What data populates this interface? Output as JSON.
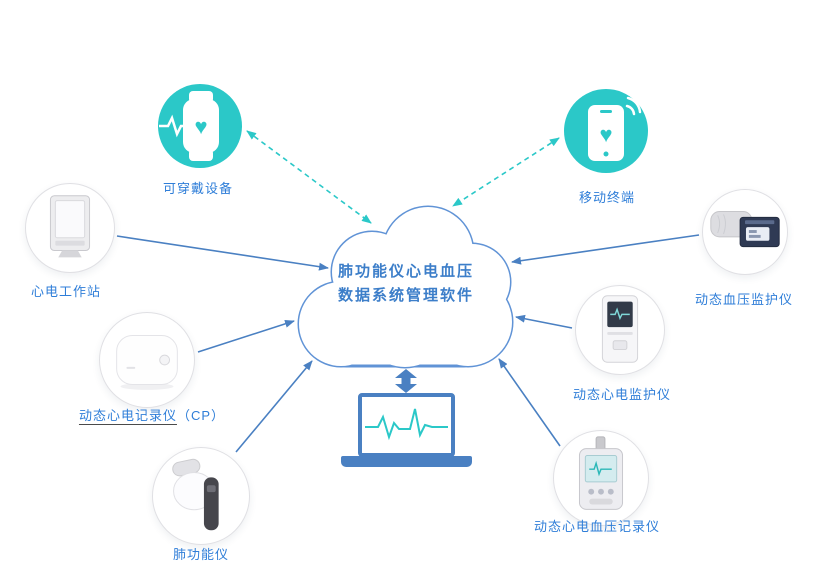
{
  "colors": {
    "teal": "#2bc8c8",
    "arrow_blue": "#4a80c2",
    "label_blue": "#2f7ed8",
    "cloud_border": "#6093d6",
    "cloud_text_blue": "#3c7ec9",
    "circle_border": "#e0e0e4"
  },
  "icons": {
    "heart": "♥",
    "wearable": "smartwatch-icon",
    "mobile": "smartphone-icon",
    "laptop": "laptop-ecg-icon"
  },
  "cloud": {
    "line1": "肺功能仪心电血压",
    "line2": "数据系统管理软件"
  },
  "nodes": {
    "wearable": {
      "label": "可穿戴设备"
    },
    "mobile": {
      "label": "移动终端"
    },
    "ecg_workstation": {
      "label": "心电工作站"
    },
    "cp_recorder": {
      "label_main": "动态心电记录仪",
      "label_suffix": "（CP）"
    },
    "pulmonary": {
      "label": "肺功能仪"
    },
    "bp_monitor": {
      "label": "动态血压监护仪"
    },
    "ecg_monitor": {
      "label": "动态心电监护仪"
    },
    "ecg_bp_recorder": {
      "label": "动态心电血压记录仪"
    }
  }
}
